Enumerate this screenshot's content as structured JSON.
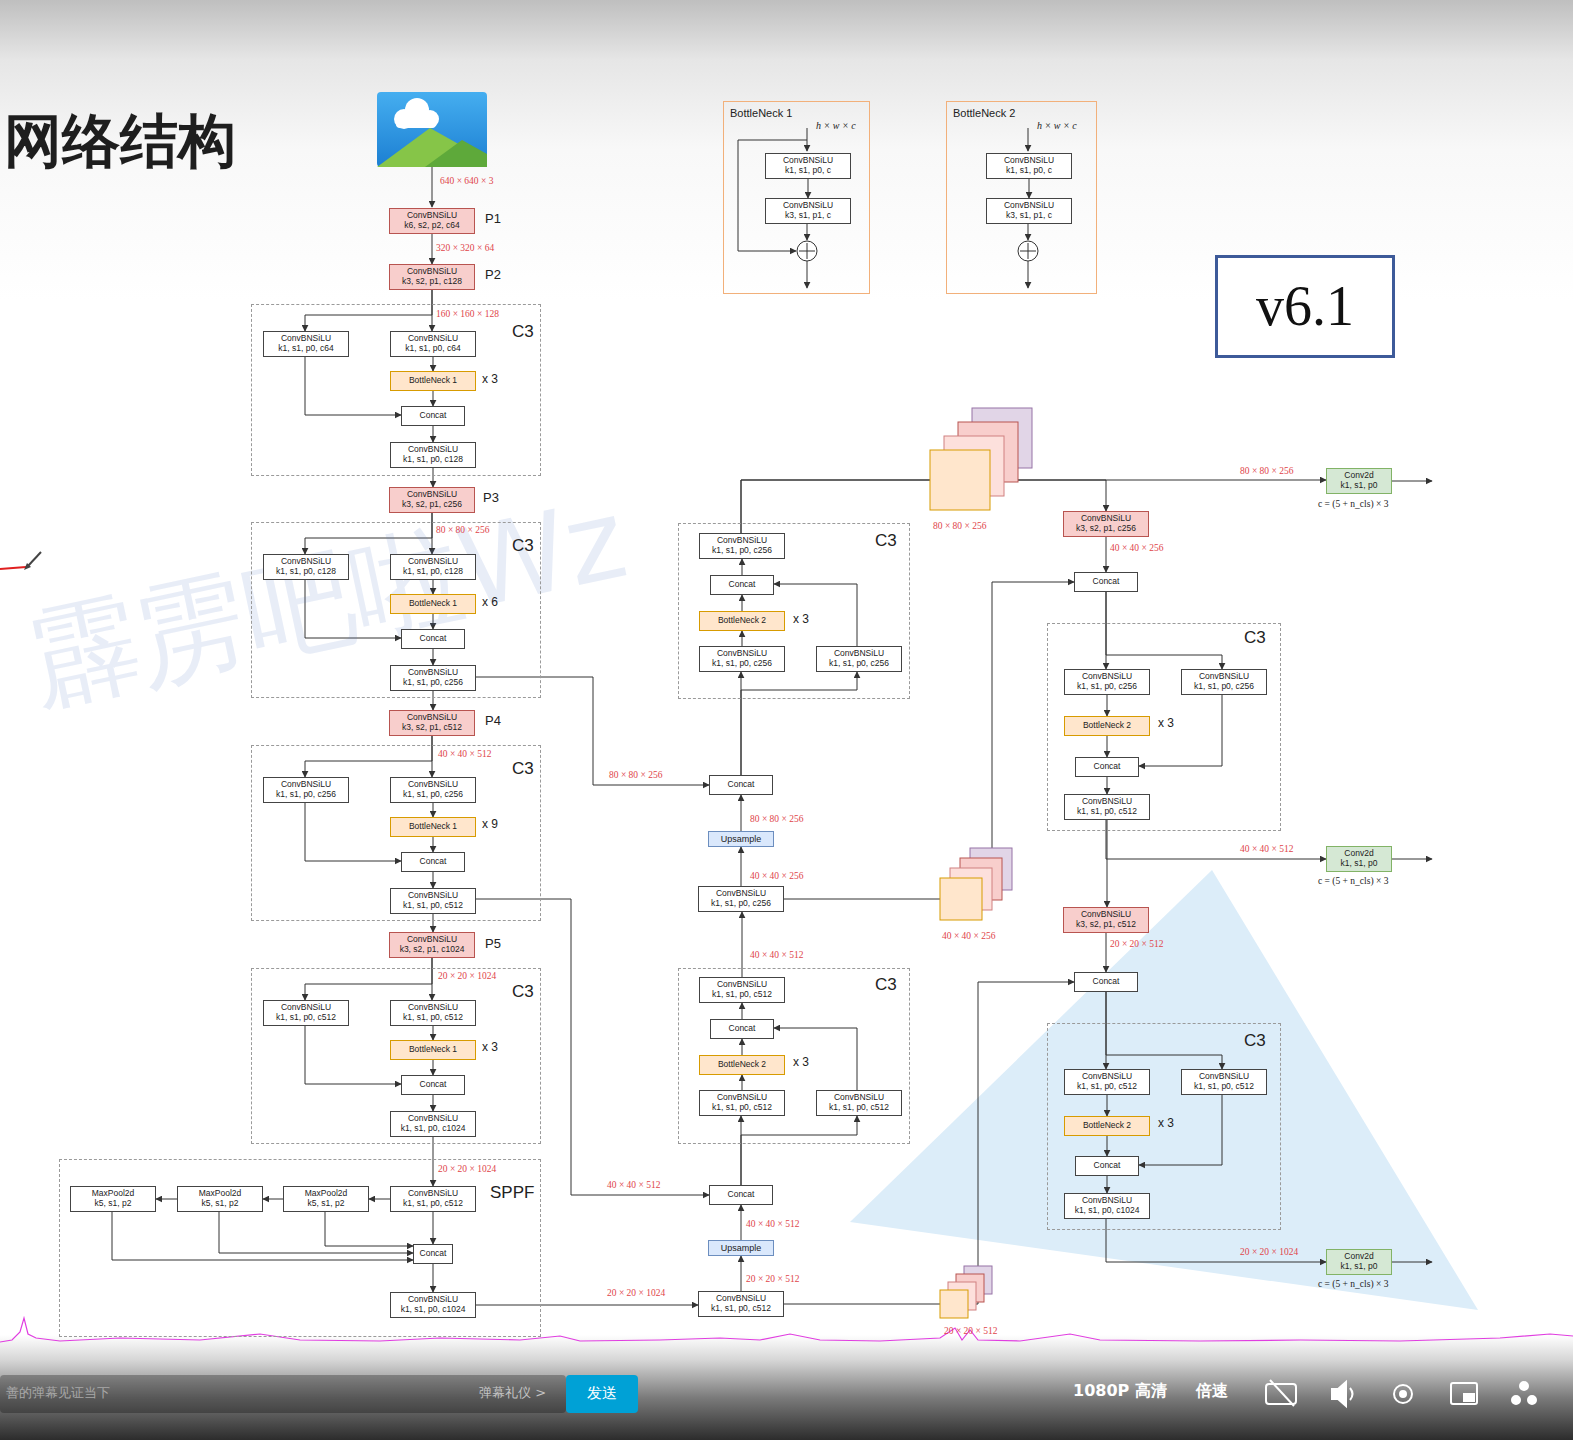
{
  "diagram": {
    "title": "网络结构",
    "nodes": [
      {
        "text": [
          "ConvBNSiLU",
          "k6, s2, p2, c64"
        ]
      },
      {
        "text": [
          "ConvBNSiLU",
          "k3, s2, p1, c128"
        ]
      },
      {
        "text": [
          "C3"
        ]
      },
      {
        "text": [
          "ConvBNSiLU",
          "k1, s1, p0, c64"
        ],
        "in": 2
      },
      {
        "text": [
          "ConvBNSiLU",
          "k1, s1, p0, c64"
        ],
        "in": 2
      },
      {
        "text": [
          "BottleNeck 1"
        ],
        "in": 2
      },
      {
        "text": [
          "Concat"
        ],
        "in": 2
      },
      {
        "text": [
          "ConvBNSiLU",
          "k1, s1, p0, c128"
        ],
        "in": 2
      },
      {
        "text": [
          "ConvBNSiLU",
          "k3, s2, p1, c256"
        ]
      },
      {
        "text": [
          "C3"
        ]
      },
      {
        "text": [
          "ConvBNSiLU",
          "k1, s1, p0, c128"
        ],
        "in": 9
      },
      {
        "text": [
          "ConvBNSiLU",
          "k1, s1, p0, c128"
        ],
        "in": 9
      },
      {
        "text": [
          "BottleNeck 1"
        ],
        "in": 9
      },
      {
        "text": [
          "Concat"
        ],
        "in": 9
      },
      {
        "text": [
          "ConvBNSiLU",
          "k1, s1, p0, c256"
        ],
        "in": 9
      },
      {
        "text": [
          "ConvBNSiLU",
          "k3, s2, p1, c512"
        ]
      },
      {
        "text": [
          "C3"
        ]
      },
      {
        "text": [
          "ConvBNSiLU",
          "k1, s1, p0, c256"
        ],
        "in": 16
      },
      {
        "text": [
          "ConvBNSiLU",
          "k1, s1, p0, c256"
        ],
        "in": 16
      },
      {
        "text": [
          "BottleNeck 1"
        ],
        "in": 16
      },
      {
        "text": [
          "Concat"
        ],
        "in": 16
      },
      {
        "text": [
          "ConvBNSiLU",
          "k1, s1, p0, c512"
        ],
        "in": 16
      },
      {
        "text": [
          "ConvBNSiLU",
          "k3, s2, p1, c1024"
        ]
      },
      {
        "text": [
          "C3"
        ]
      },
      {
        "text": [
          "ConvBNSiLU",
          "k1, s1, p0, c512"
        ],
        "in": 23
      },
      {
        "text": [
          "ConvBNSiLU",
          "k1, s1, p0, c512"
        ],
        "in": 23
      },
      {
        "text": [
          "BottleNeck 1"
        ],
        "in": 23
      },
      {
        "text": [
          "Concat"
        ],
        "in": 23
      },
      {
        "text": [
          "ConvBNSiLU",
          "k1, s1, p0, c1024"
        ],
        "in": 23
      },
      {
        "text": [
          "SPPF"
        ]
      },
      {
        "text": [
          "ConvBNSiLU",
          "k1, s1, p0, c512"
        ],
        "in": 29
      },
      {
        "text": [
          "MaxPool2d",
          "k5, s1, p2"
        ],
        "in": 29
      },
      {
        "text": [
          "MaxPool2d",
          "k5, s1, p2"
        ],
        "in": 29
      },
      {
        "text": [
          "MaxPool2d",
          "k5, s1, p2"
        ],
        "in": 29
      },
      {
        "text": [
          "Concat"
        ],
        "in": 29
      },
      {
        "text": [
          "ConvBNSiLU",
          "k1, s1, p0, c1024"
        ],
        "in": 29
      },
      {
        "text": [
          "ConvBNSiLU",
          "k1, s1, p0, c512"
        ]
      },
      {
        "text": [
          "Upsample"
        ]
      },
      {
        "text": [
          "Concat"
        ]
      },
      {
        "text": [
          "C3"
        ]
      },
      {
        "text": [
          "ConvBNSiLU",
          "k1, s1, p0, c512"
        ],
        "in": 39
      },
      {
        "text": [
          "Concat"
        ],
        "in": 39
      },
      {
        "text": [
          "BottleNeck 2"
        ],
        "in": 39
      },
      {
        "text": [
          "ConvBNSiLU",
          "k1, s1, p0, c512"
        ],
        "in": 39
      },
      {
        "text": [
          "ConvBNSiLU",
          "k1, s1, p0, c512"
        ],
        "in": 39
      },
      {
        "text": [
          "ConvBNSiLU",
          "k1, s1, p0, c256"
        ]
      },
      {
        "text": [
          "Upsample"
        ]
      },
      {
        "text": [
          "Concat"
        ]
      },
      {
        "text": [
          "C3"
        ]
      },
      {
        "text": [
          "ConvBNSiLU",
          "k1, s1, p0, c256"
        ],
        "in": 48
      },
      {
        "text": [
          "Concat"
        ],
        "in": 48
      },
      {
        "text": [
          "BottleNeck 2"
        ],
        "in": 48
      },
      {
        "text": [
          "ConvBNSiLU",
          "k1, s1, p0, c256"
        ],
        "in": 48
      },
      {
        "text": [
          "ConvBNSiLU",
          "k1, s1, p0, c256"
        ],
        "in": 48
      },
      {
        "text": [
          "ConvBNSiLU",
          "k3, s2, p1, c256"
        ]
      },
      {
        "text": [
          "Concat"
        ]
      },
      {
        "text": [
          "C3"
        ]
      },
      {
        "text": [
          "ConvBNSiLU",
          "k1, s1, p0, c256"
        ],
        "in": 56
      },
      {
        "text": [
          "ConvBNSiLU",
          "k1, s1, p0, c256"
        ],
        "in": 56
      },
      {
        "text": [
          "BottleNeck 2"
        ],
        "in": 56
      },
      {
        "text": [
          "Concat"
        ],
        "in": 56
      },
      {
        "text": [
          "ConvBNSiLU",
          "k1, s1, p0, c512"
        ],
        "in": 56
      },
      {
        "text": [
          "ConvBNSiLU",
          "k3, s2, p1, c512"
        ]
      },
      {
        "text": [
          "Concat"
        ]
      },
      {
        "text": [
          "C3"
        ]
      },
      {
        "text": [
          "ConvBNSiLU",
          "k1, s1, p0, c512"
        ],
        "in": 64
      },
      {
        "text": [
          "ConvBNSiLU",
          "k1, s1, p0, c512"
        ],
        "in": 64
      },
      {
        "text": [
          "BottleNeck 2"
        ],
        "in": 64
      },
      {
        "text": [
          "Concat"
        ],
        "in": 64
      },
      {
        "text": [
          "ConvBNSiLU",
          "k1, s1, p0, c1024"
        ],
        "in": 64
      },
      {
        "text": [
          "Conv2d",
          "k1, s1, p0"
        ]
      },
      {
        "text": [
          "Conv2d",
          "k1, s1, p0"
        ]
      },
      {
        "text": [
          "Conv2d",
          "k1, s1, p0"
        ]
      },
      {
        "text": [
          "BottleNeck 1",
          "h × w × c"
        ]
      },
      {
        "text": [
          "ConvBNSiLU",
          "k1, s1, p0, c"
        ],
        "in": 73
      },
      {
        "text": [
          "ConvBNSiLU",
          "k3, s1, p1, c"
        ],
        "in": 73
      },
      {
        "text": [
          "BottleNeck 2",
          "h × w × c"
        ]
      },
      {
        "text": [
          "ConvBNSiLU",
          "k1, s1, p0, c"
        ],
        "in": 76
      },
      {
        "text": [
          "ConvBNSiLU",
          "k3, s1, p1, c"
        ],
        "in": 76
      },
      {
        "text": [
          "v6.1"
        ]
      },
      {
        "text": [
          "发送"
        ]
      }
    ],
    "edges": [
      {
        "from": 0,
        "to": 1,
        "arrow": "to",
        "label": "320 × 320 × 64"
      },
      {
        "from": 1,
        "to": 3,
        "arrow": "to"
      },
      {
        "from": 1,
        "to": 4,
        "arrow": "to",
        "label": "160 × 160 × 128"
      },
      {
        "from": 3,
        "to": 6,
        "arrow": "to"
      },
      {
        "from": 4,
        "to": 5,
        "arrow": "to"
      },
      {
        "from": 5,
        "to": 6,
        "arrow": "to"
      },
      {
        "from": 6,
        "to": 7,
        "arrow": "to"
      },
      {
        "from": 7,
        "to": 8,
        "arrow": "to"
      },
      {
        "from": 8,
        "to": 10,
        "arrow": "to"
      },
      {
        "from": 8,
        "to": 11,
        "arrow": "to",
        "label": "80 × 80 × 256"
      },
      {
        "from": 10,
        "to": 13,
        "arrow": "to"
      },
      {
        "from": 11,
        "to": 12,
        "arrow": "to"
      },
      {
        "from": 12,
        "to": 13,
        "arrow": "to"
      },
      {
        "from": 13,
        "to": 14,
        "arrow": "to"
      },
      {
        "from": 14,
        "to": 15,
        "arrow": "to"
      },
      {
        "from": 14,
        "to": 47,
        "arrow": "to",
        "label": "80 × 80 × 256"
      },
      {
        "from": 15,
        "to": 17,
        "arrow": "to"
      },
      {
        "from": 15,
        "to": 18,
        "arrow": "to",
        "label": "40 × 40 × 512"
      },
      {
        "from": 17,
        "to": 20,
        "arrow": "to"
      },
      {
        "from": 18,
        "to": 19,
        "arrow": "to"
      },
      {
        "from": 19,
        "to": 20,
        "arrow": "to"
      },
      {
        "from": 20,
        "to": 21,
        "arrow": "to"
      },
      {
        "from": 21,
        "to": 22,
        "arrow": "to"
      },
      {
        "from": 21,
        "to": 38,
        "arrow": "to",
        "label": "40 × 40 × 512"
      },
      {
        "from": 22,
        "to": 24,
        "arrow": "to"
      },
      {
        "from": 22,
        "to": 25,
        "arrow": "to",
        "label": "20 × 20 × 1024"
      },
      {
        "from": 24,
        "to": 27,
        "arrow": "to"
      },
      {
        "from": 25,
        "to": 26,
        "arrow": "to"
      },
      {
        "from": 26,
        "to": 27,
        "arrow": "to"
      },
      {
        "from": 27,
        "to": 28,
        "arrow": "to"
      },
      {
        "from": 28,
        "to": 30,
        "arrow": "to",
        "label": "20 × 20 × 1024"
      },
      {
        "from": 30,
        "to": 31,
        "arrow": "to"
      },
      {
        "from": 31,
        "to": 32,
        "arrow": "to"
      },
      {
        "from": 32,
        "to": 33,
        "arrow": "to"
      },
      {
        "from": 30,
        "to": 34,
        "arrow": "to"
      },
      {
        "from": 31,
        "to": 34,
        "arrow": "to"
      },
      {
        "from": 32,
        "to": 34,
        "arrow": "to"
      },
      {
        "from": 33,
        "to": 34,
        "arrow": "to"
      },
      {
        "from": 34,
        "to": 35,
        "arrow": "to"
      },
      {
        "from": 35,
        "to": 36,
        "arrow": "to",
        "label": "20 × 20 × 1024"
      },
      {
        "from": 36,
        "to": 37,
        "arrow": "to",
        "label": "20 × 20 × 512"
      },
      {
        "from": 37,
        "to": 38,
        "arrow": "to",
        "label": "40 × 40 × 512"
      },
      {
        "from": 38,
        "to": 43,
        "arrow": "to"
      },
      {
        "from": 38,
        "to": 44,
        "arrow": "to"
      },
      {
        "from": 43,
        "to": 42,
        "arrow": "to"
      },
      {
        "from": 42,
        "to": 41,
        "arrow": "to"
      },
      {
        "from": 44,
        "to": 41,
        "arrow": "to"
      },
      {
        "from": 41,
        "to": 40,
        "arrow": "to"
      },
      {
        "from": 40,
        "to": 45,
        "arrow": "to",
        "label": "40 × 40 × 512"
      },
      {
        "from": 45,
        "to": 46,
        "arrow": "to",
        "label": "40 × 40 × 256"
      },
      {
        "from": 46,
        "to": 47,
        "arrow": "to",
        "label": "80 × 80 × 256"
      },
      {
        "from": 47,
        "to": 52,
        "arrow": "to"
      },
      {
        "from": 47,
        "to": 53,
        "arrow": "to"
      },
      {
        "from": 52,
        "to": 51,
        "arrow": "to"
      },
      {
        "from": 51,
        "to": 50,
        "arrow": "to"
      },
      {
        "from": 53,
        "to": 50,
        "arrow": "to"
      },
      {
        "from": 50,
        "to": 49,
        "arrow": "to"
      },
      {
        "from": 49,
        "to": 70,
        "arrow": "to",
        "label": "80 × 80 × 256"
      },
      {
        "from": 49,
        "to": 54,
        "arrow": "to"
      },
      {
        "from": 54,
        "to": 55,
        "arrow": "to",
        "label": "40 × 40 × 256"
      },
      {
        "from": 45,
        "to": 55,
        "arrow": "to"
      },
      {
        "from": 55,
        "to": 57,
        "arrow": "to"
      },
      {
        "from": 55,
        "to": 58,
        "arrow": "to"
      },
      {
        "from": 57,
        "to": 59,
        "arrow": "to"
      },
      {
        "from": 59,
        "to": 60,
        "arrow": "to"
      },
      {
        "from": 58,
        "to": 60,
        "arrow": "to"
      },
      {
        "from": 60,
        "to": 61,
        "arrow": "to"
      },
      {
        "from": 61,
        "to": 71,
        "arrow": "to",
        "label": "40 × 40 × 512"
      },
      {
        "from": 61,
        "to": 62,
        "arrow": "to"
      },
      {
        "from": 62,
        "to": 63,
        "arrow": "to",
        "label": "20 × 20 × 512"
      },
      {
        "from": 36,
        "to": 63,
        "arrow": "to"
      },
      {
        "from": 63,
        "to": 65,
        "arrow": "to"
      },
      {
        "from": 63,
        "to": 66,
        "arrow": "to"
      },
      {
        "from": 65,
        "to": 67,
        "arrow": "to"
      },
      {
        "from": 67,
        "to": 68,
        "arrow": "to"
      },
      {
        "from": 66,
        "to": 68,
        "arrow": "to"
      },
      {
        "from": 68,
        "to": 69,
        "arrow": "to"
      },
      {
        "from": 69,
        "to": 72,
        "arrow": "to",
        "label": "20 × 20 × 1024"
      },
      {
        "from": 74,
        "to": 75,
        "arrow": "to"
      },
      {
        "from": 77,
        "to": 78,
        "arrow": "to"
      }
    ],
    "labels": [
      "640 × 640 × 3",
      "P1",
      "P2",
      "P3",
      "P4",
      "P5",
      "x 3",
      "x 6",
      "x 9",
      "x 3",
      "x 3",
      "x 3",
      "x 3",
      "x 3",
      "80 × 80 × 256",
      "40 × 40 × 256",
      "20 × 20 × 512",
      "c = (5 + n_cls) × 3",
      "c = (5 + n_cls) × 3",
      "c = (5 + n_cls) × 3",
      "霹雳吧啦Wz",
      "善的弹幕见证当下",
      "弹幕礼仪 >",
      "1080P 高清",
      "倍速"
    ]
  }
}
